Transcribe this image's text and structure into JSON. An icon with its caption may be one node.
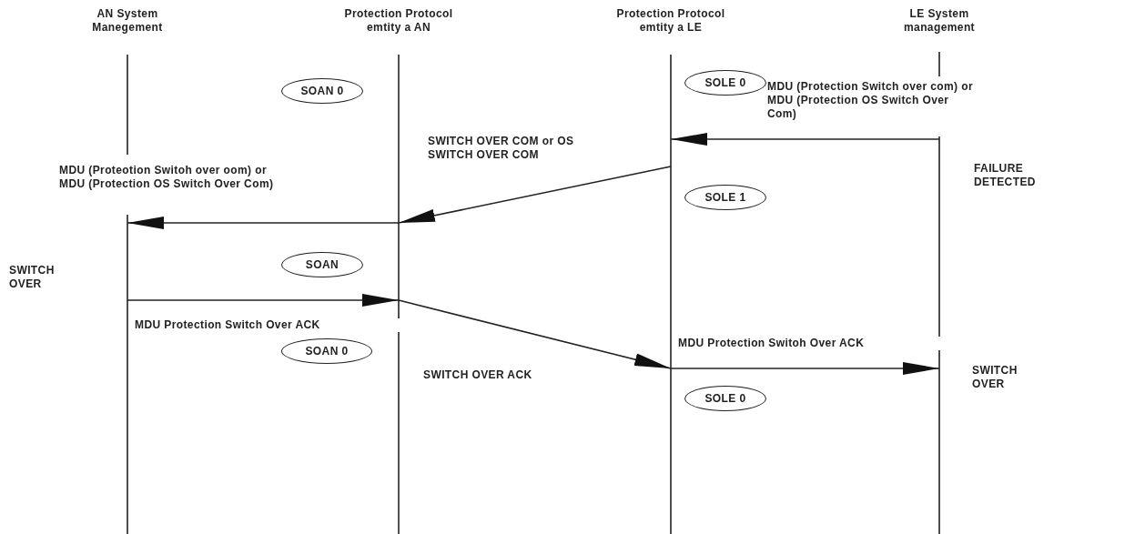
{
  "diagram": {
    "nodes": [
      {
        "text": [
          "AN System Manegement"
        ],
        "beside": [
          "SWITCH OVER"
        ]
      },
      {
        "text": [
          "Protection Protocol emtity a AN"
        ]
      },
      {
        "text": [
          "Protection Protocol emtity a LE"
        ]
      },
      {
        "text": [
          "LE System management"
        ],
        "beside": [
          "FAILURE DETECTED",
          "SWITCH OVER"
        ]
      },
      {
        "text": [
          "SOAN 0"
        ]
      },
      {
        "text": [
          "SOLE 0"
        ]
      },
      {
        "text": [
          "SOLE 1"
        ]
      },
      {
        "text": [
          "SOAN"
        ]
      },
      {
        "text": [
          "SOAN 0"
        ]
      },
      {
        "text": [
          "SOLE 0"
        ]
      }
    ],
    "edges": [
      {
        "from": 3,
        "to": 2,
        "arrow": "to",
        "label": "MDU (Protection Switch over com) or MDU (Protection OS Switch Over Com)"
      },
      {
        "from": 2,
        "to": 1,
        "arrow": "to",
        "label": "SWITCH OVER COM or OS SWITCH OVER COM"
      },
      {
        "from": 1,
        "to": 0,
        "arrow": "to",
        "label": "MDU (Proteotion Switoh over oom) or MDU (Protection OS Switch Over Com)"
      },
      {
        "from": 0,
        "to": 1,
        "arrow": "to",
        "label": "MDU Protection Switch Over ACK"
      },
      {
        "from": 1,
        "to": 2,
        "arrow": "to",
        "label": "SWITCH OVER ACK"
      },
      {
        "from": 2,
        "to": 3,
        "arrow": "to",
        "label": "MDU Protection Switoh Over ACK"
      }
    ]
  }
}
